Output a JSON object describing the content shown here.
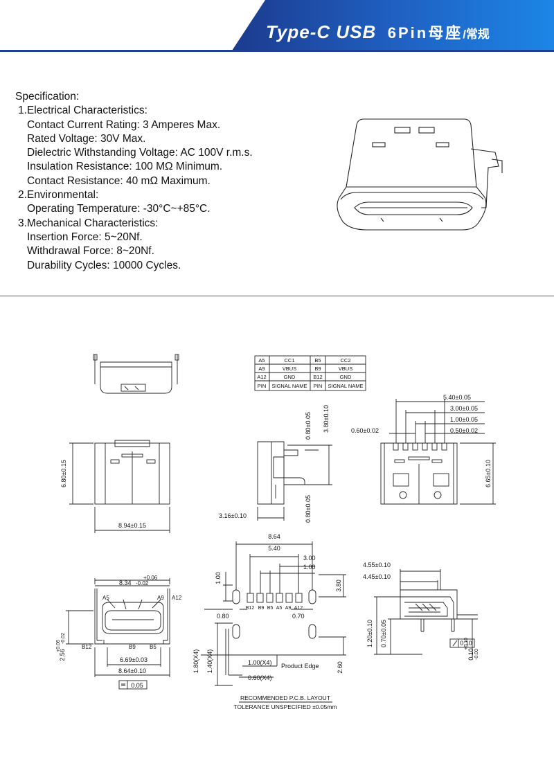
{
  "header": {
    "title_main": "Type-C USB",
    "title_pin": "6Pin母座",
    "title_sub": "/常规"
  },
  "spec": {
    "heading": "Specification:",
    "s1_title": "1.Electrical Characteristics:",
    "s1_items": [
      "Contact Current Rating: 3 Amperes Max.",
      "Rated Voltage:  30V Max.",
      "Dielectric Withstanding Voltage: AC 100V r.m.s.",
      "Insulation Resistance: 100 MΩ Minimum.",
      "Contact Resistance: 40 mΩ Maximum."
    ],
    "s2_title": "2.Environmental:",
    "s2_items": [
      "Operating Temperature: -30°C~+85°C."
    ],
    "s3_title": "3.Mechanical Characteristics:",
    "s3_items": [
      "Insertion Force: 5~20Nf.",
      "Withdrawal Force: 8~20Nf.",
      "Durability Cycles: 10000 Cycles."
    ]
  },
  "pin_table": {
    "rows": [
      [
        "A5",
        "CC1",
        "B5",
        "CC2"
      ],
      [
        "A9",
        "VBUS",
        "B9",
        "VBUS"
      ],
      [
        "A12",
        "GND",
        "B12",
        "GND"
      ],
      [
        "PIN",
        "SIGNAL NAME",
        "PIN",
        "SIGNAL NAME"
      ]
    ]
  },
  "dims": {
    "front_height": "6.80±0.15",
    "front_width": "8.94±0.15",
    "side_top": "0.80±0.05",
    "side_height": "3.80±0.10",
    "side_bottom": "0.80±0.05",
    "side_depth": "3.16±0.10",
    "top_5_40": "5.40±0.05",
    "top_3_00": "3.00±0.05",
    "top_1_00": "1.00±0.05",
    "top_0_60": "0.60±0.02",
    "top_0_50": "0.50±0.02",
    "top_6_65": "6.65±0.10",
    "end_tol_up": "+0.06",
    "end_width": "8.34",
    "end_tol_dn": "-0.02",
    "end_a5": "A5",
    "end_a9": "A9",
    "end_a12": "A12",
    "end_b9": "B9",
    "end_b5": "B5",
    "end_b12": "B12",
    "end_inner": "6.69±0.03",
    "end_outer": "8.64±0.10",
    "end_height": "2.56",
    "end_h_tol_up": "+0.06",
    "end_h_tol_dn": "-0.02",
    "flatness_value": "0.05",
    "pcb_8_64": "8.64",
    "pcb_5_40": "5.40",
    "pcb_3_00": "3.00",
    "pcb_1_00": "1.00",
    "pcb_1_00_left": "1.00",
    "pcb_3_80": "3.80",
    "pcb_0_80": "0.80",
    "pcb_0_70": "0.70",
    "pcb_1_80": "1.80(X4)",
    "pcb_1_40": "1.40(X4)",
    "pcb_1_00x4": "1.00(X4)",
    "pcb_0_60x4": "0.60(X4)",
    "pcb_2_60": "2.60",
    "pcb_edge": "Product Edge",
    "pcb_pins": [
      "B12",
      "B9",
      "B5",
      "A5",
      "A9",
      "A12"
    ],
    "sv_4_55": "4.55±0.10",
    "sv_4_45": "4.45±0.10",
    "sv_1_20": "1.20±0.10",
    "sv_0_70": "0.70±0.05",
    "sv_gdt": "0.10",
    "sv_010": "0.10",
    "sv_010_up": "+0.10",
    "sv_010_dn": "-0.00"
  },
  "notes": {
    "pcb_layout": "RECOMMENDED  P.C.B. LAYOUT",
    "tolerance": "TOLERANCE  UNSPECIFIED  ±0.05mm"
  }
}
